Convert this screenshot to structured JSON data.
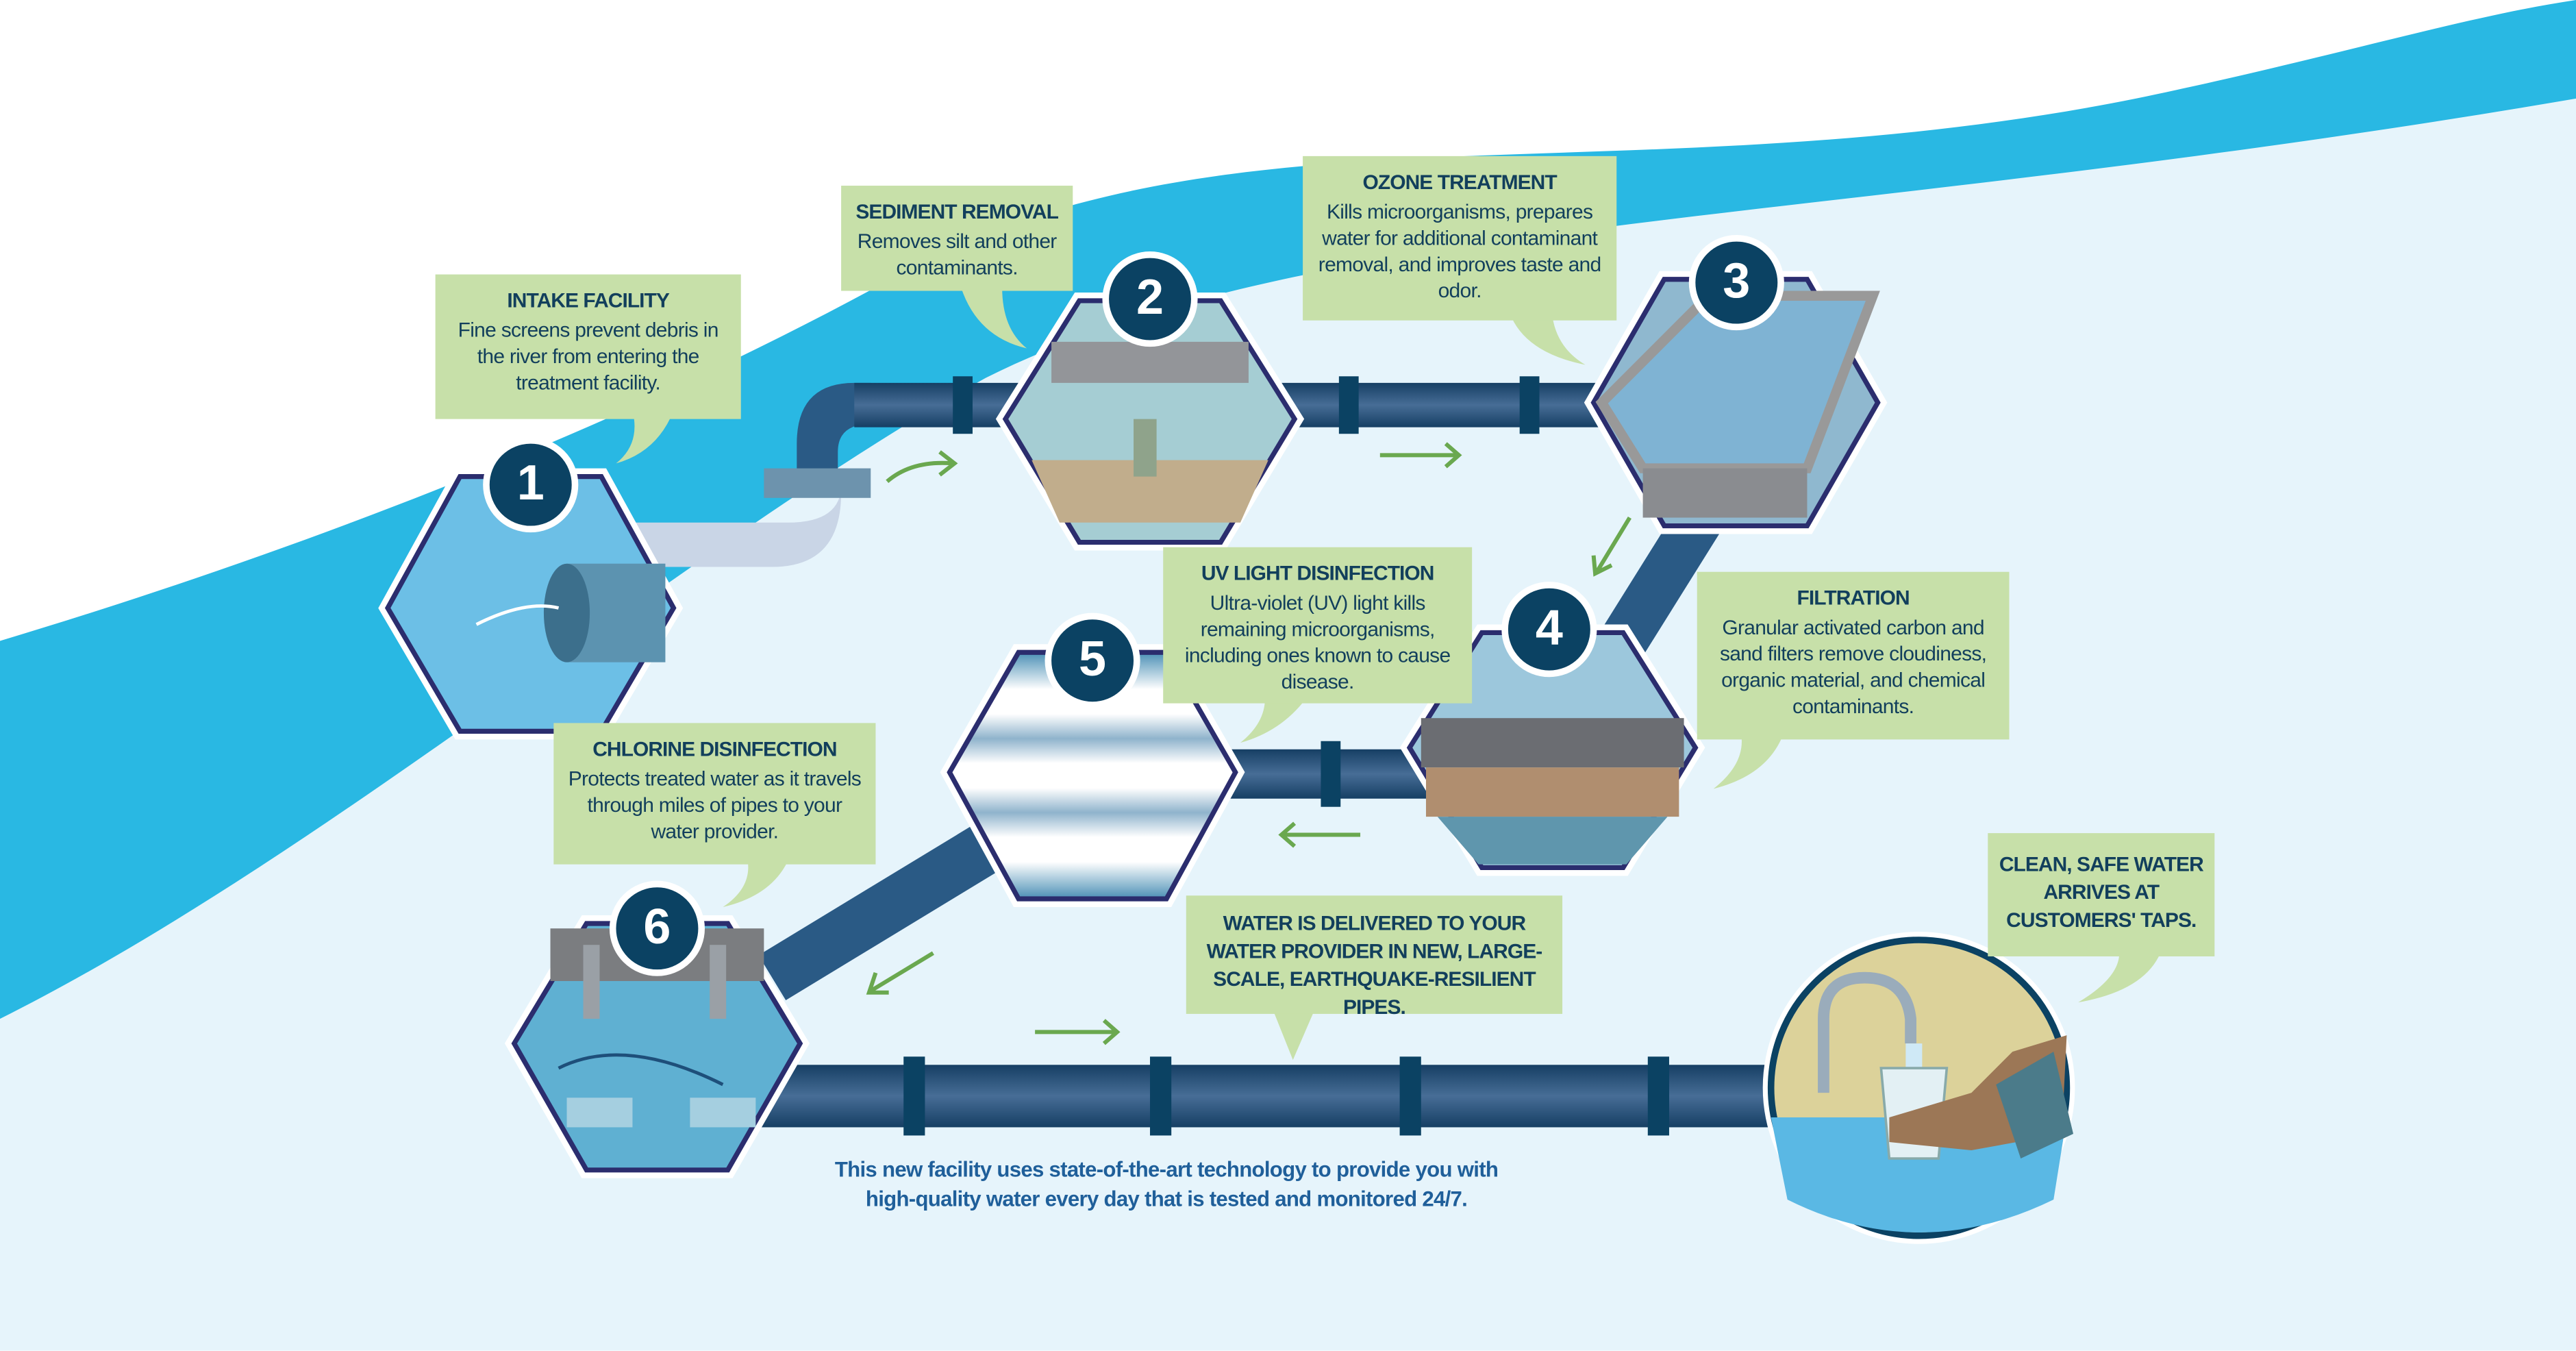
{
  "steps": [
    {
      "number": "1",
      "title": "INTAKE FACILITY",
      "text": "Fine screens prevent debris in the river from entering the treatment facility."
    },
    {
      "number": "2",
      "title": "SEDIMENT REMOVAL",
      "text": "Removes silt and other contaminants."
    },
    {
      "number": "3",
      "title": "OZONE TREATMENT",
      "text": "Kills microorganisms, prepares water for additional contaminant removal, and improves taste and odor."
    },
    {
      "number": "4",
      "title": "FILTRATION",
      "text": "Granular activated carbon and sand filters remove cloudiness, organic material, and chemical contaminants."
    },
    {
      "number": "5",
      "title": "UV LIGHT DISINFECTION",
      "text": "Ultra-violet (UV) light kills remaining microorganisms, including ones known to cause disease."
    },
    {
      "number": "6",
      "title": "CHLORINE DISINFECTION",
      "text": "Protects treated water as it travels through miles of pipes to your water provider."
    }
  ],
  "delivery": {
    "text": "WATER IS DELIVERED TO YOUR WATER PROVIDER IN NEW, LARGE-SCALE, EARTHQUAKE-RESILIENT PIPES."
  },
  "taps": {
    "text": "CLEAN, SAFE WATER ARRIVES AT CUSTOMERS' TAPS."
  },
  "footer": {
    "line1": "This new facility uses state-of-the-art technology to provide you with",
    "line2": "high-quality water every day that is tested and monitored 24/7."
  },
  "colors": {
    "river": "#29b8e3",
    "lightwater": "#e6f4fb",
    "callout": "#c7e0a9",
    "pipe": "#1e4f7a",
    "badge": "#0b4263",
    "arrow": "#6aa84f"
  }
}
